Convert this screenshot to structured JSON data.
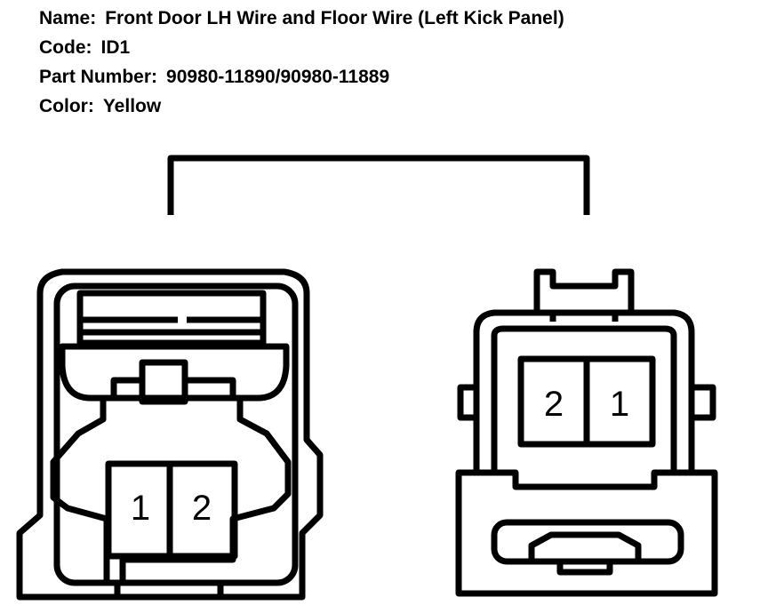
{
  "connector": {
    "name_label": "Name:",
    "name_value": "Front Door LH Wire and Floor Wire (Left Kick Panel)",
    "code_label": "Code:",
    "code_value": "ID1",
    "part_label": "Part Number:",
    "part_value": "90980-11890/90980-11889",
    "color_label": "Color:",
    "color_value": "Yellow"
  },
  "left_connector": {
    "pins": [
      "1",
      "2"
    ]
  },
  "right_connector": {
    "pins": [
      "2",
      "1"
    ]
  },
  "colors": {
    "line": "#000000",
    "background": "#ffffff"
  }
}
